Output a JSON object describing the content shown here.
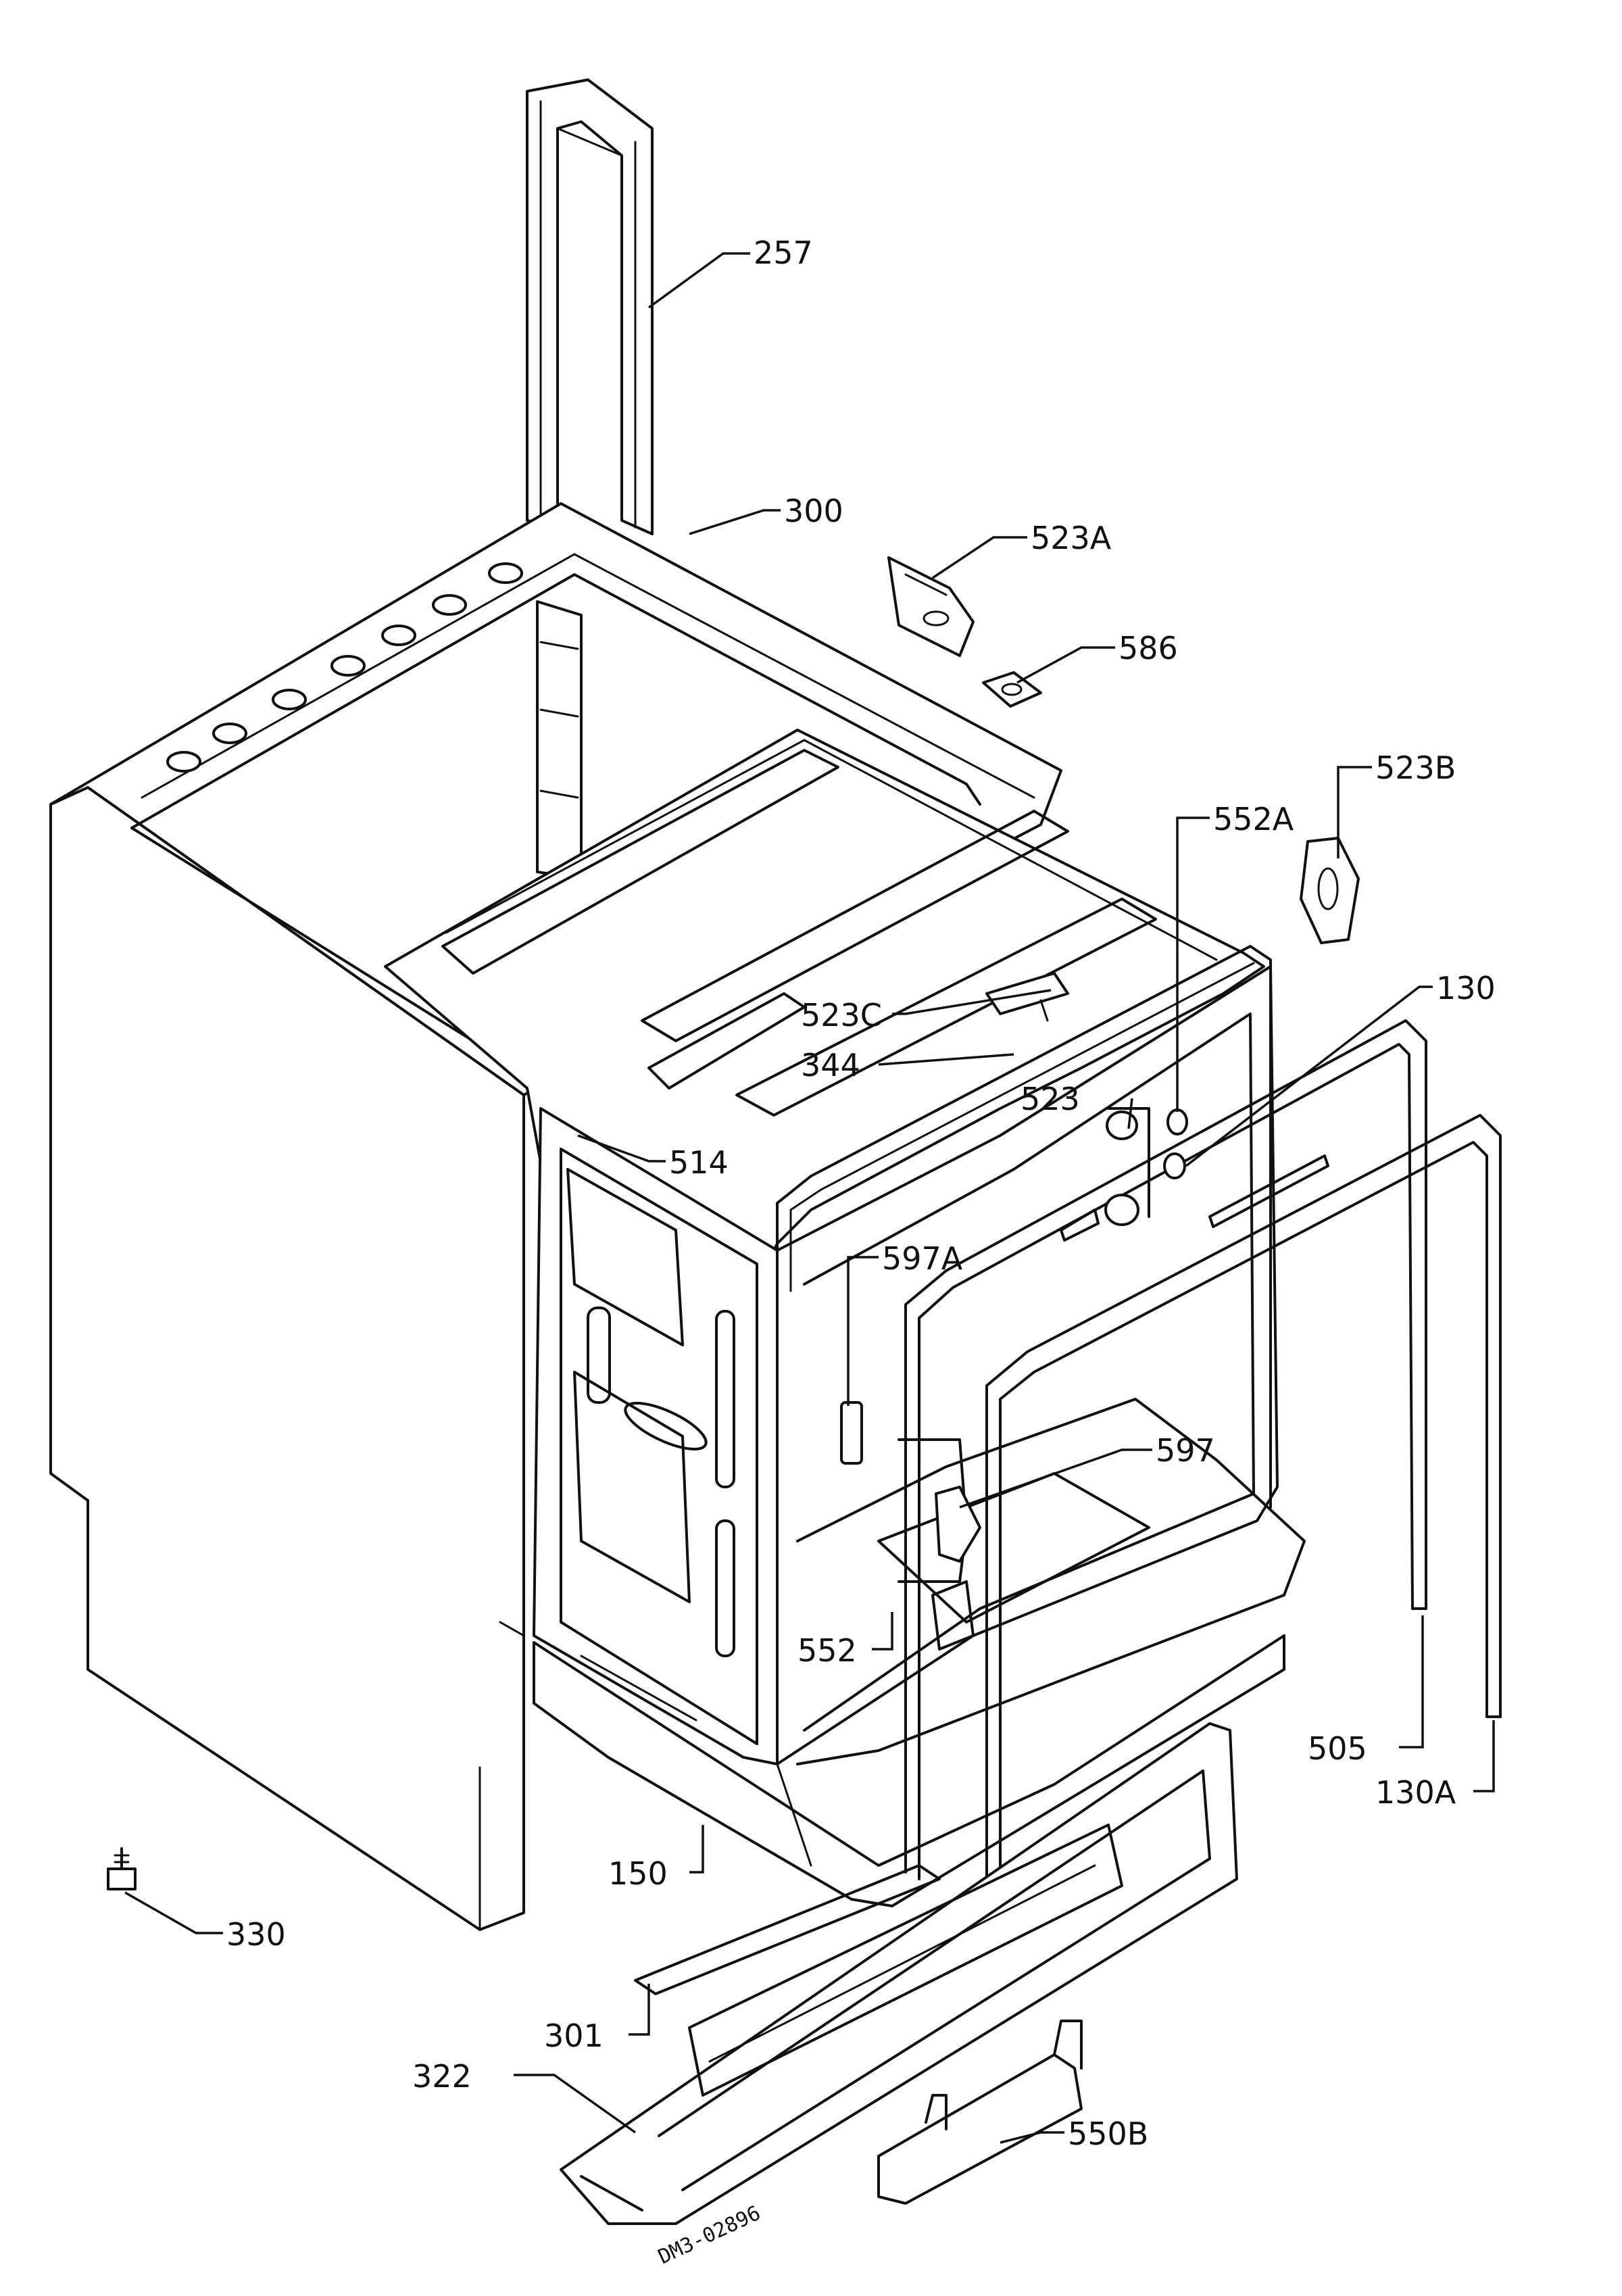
{
  "callouts": [
    {
      "id": "257",
      "text": "257"
    },
    {
      "id": "300",
      "text": "300"
    },
    {
      "id": "523A",
      "text": "523A"
    },
    {
      "id": "586",
      "text": "586"
    },
    {
      "id": "523B",
      "text": "523B"
    },
    {
      "id": "552A",
      "text": "552A"
    },
    {
      "id": "130",
      "text": "130"
    },
    {
      "id": "523C",
      "text": "523C"
    },
    {
      "id": "344",
      "text": "344"
    },
    {
      "id": "523",
      "text": "523"
    },
    {
      "id": "514",
      "text": "514"
    },
    {
      "id": "597A",
      "text": "597A"
    },
    {
      "id": "597",
      "text": "597"
    },
    {
      "id": "552",
      "text": "552"
    },
    {
      "id": "505",
      "text": "505"
    },
    {
      "id": "130A",
      "text": "130A"
    },
    {
      "id": "150",
      "text": "150"
    },
    {
      "id": "330",
      "text": "330"
    },
    {
      "id": "301",
      "text": "301"
    },
    {
      "id": "322",
      "text": "322"
    },
    {
      "id": "550B",
      "text": "550B"
    }
  ],
  "drawing_code": "DM3-02896"
}
